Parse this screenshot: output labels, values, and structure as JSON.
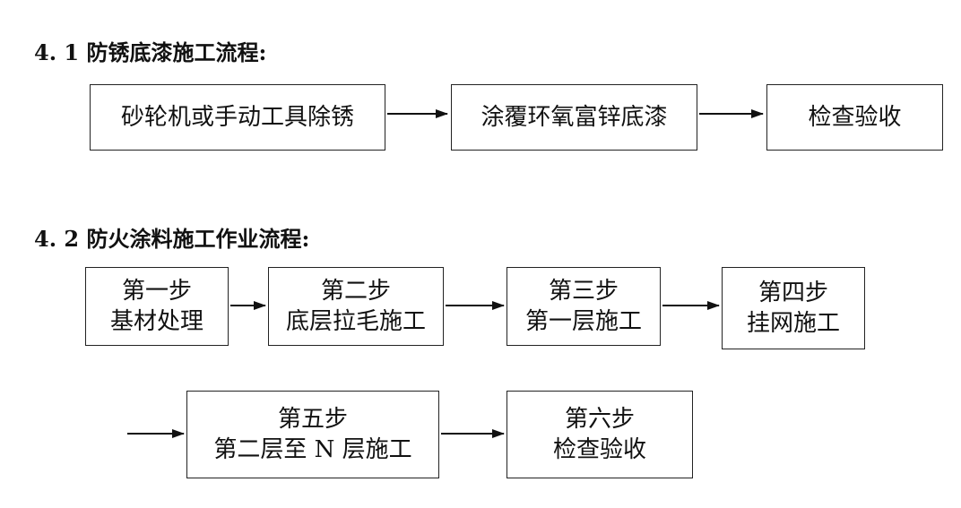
{
  "section1": {
    "heading": "4. 1 防锈底漆施工流程:",
    "steps": [
      "砂轮机或手动工具除锈",
      "涂覆环氧富锌底漆",
      "检查验收"
    ]
  },
  "section2": {
    "heading": "4. 2 防火涂料施工作业流程:",
    "steps": [
      {
        "title": "第一步",
        "desc": "基材处理"
      },
      {
        "title": "第二步",
        "desc": "底层拉毛施工"
      },
      {
        "title": "第三步",
        "desc": "第一层施工"
      },
      {
        "title": "第四步",
        "desc": "挂网施工"
      },
      {
        "title": "第五步",
        "desc": "第二层至 N 层施工"
      },
      {
        "title": "第六步",
        "desc": "检查验收"
      }
    ]
  }
}
